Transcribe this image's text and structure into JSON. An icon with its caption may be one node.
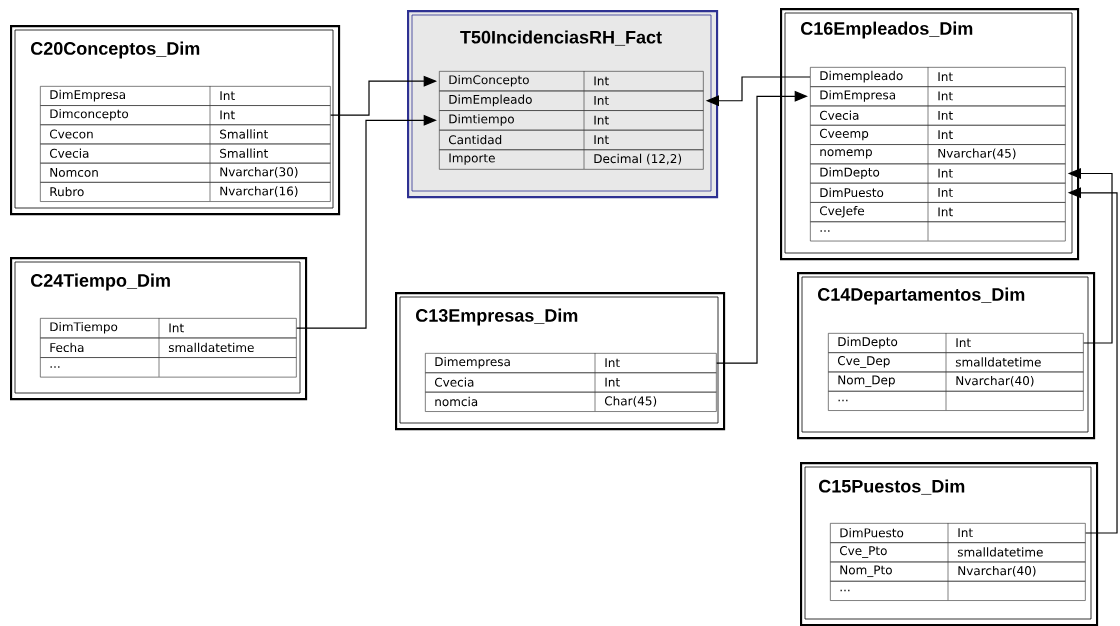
{
  "diagram": {
    "nodes": [
      {
        "text": [
          "C20Conceptos_Dim"
        ]
      },
      {
        "text": [
          "DimEmpresa",
          "Int"
        ],
        "in": 0
      },
      {
        "text": [
          "Dimconcepto",
          "Int"
        ],
        "in": 0
      },
      {
        "text": [
          "Cvecon",
          "Smallint"
        ],
        "in": 0
      },
      {
        "text": [
          "Cvecia",
          "Smallint"
        ],
        "in": 0
      },
      {
        "text": [
          "Nomcon",
          "Nvarchar(30)"
        ],
        "in": 0
      },
      {
        "text": [
          "Rubro",
          "Nvarchar(16)"
        ],
        "in": 0
      },
      {
        "text": [
          "T50IncidenciasRH_Fact"
        ]
      },
      {
        "text": [
          "DimConcepto",
          "Int"
        ],
        "in": 7
      },
      {
        "text": [
          "DimEmpleado",
          "Int"
        ],
        "in": 7
      },
      {
        "text": [
          "Dimtiempo",
          "Int"
        ],
        "in": 7
      },
      {
        "text": [
          "Cantidad",
          "Int"
        ],
        "in": 7
      },
      {
        "text": [
          "Importe",
          "Decimal (12,2)"
        ],
        "in": 7
      },
      {
        "text": [
          "C16Empleados_Dim"
        ]
      },
      {
        "text": [
          "Dimempleado",
          "Int"
        ],
        "in": 13
      },
      {
        "text": [
          "DimEmpresa",
          "Int"
        ],
        "in": 13
      },
      {
        "text": [
          "Cvecia",
          "Int"
        ],
        "in": 13
      },
      {
        "text": [
          "Cveemp",
          "Int"
        ],
        "in": 13
      },
      {
        "text": [
          "nomemp",
          "Nvarchar(45)"
        ],
        "in": 13
      },
      {
        "text": [
          "DimDepto",
          "Int"
        ],
        "in": 13
      },
      {
        "text": [
          "DimPuesto",
          "Int"
        ],
        "in": 13
      },
      {
        "text": [
          "CveJefe",
          "Int"
        ],
        "in": 13
      },
      {
        "text": [
          "..."
        ],
        "in": 13
      },
      {
        "text": [
          "C24Tiempo_Dim"
        ]
      },
      {
        "text": [
          "DimTiempo",
          "Int"
        ],
        "in": 23
      },
      {
        "text": [
          "Fecha",
          "smalldatetime"
        ],
        "in": 23
      },
      {
        "text": [
          "..."
        ],
        "in": 23
      },
      {
        "text": [
          "C13Empresas_Dim"
        ]
      },
      {
        "text": [
          "Dimempresa",
          "Int"
        ],
        "in": 27
      },
      {
        "text": [
          "Cvecia",
          "Int"
        ],
        "in": 27
      },
      {
        "text": [
          "nomcia",
          "Char(45)"
        ],
        "in": 27
      },
      {
        "text": [
          "C14Departamentos_Dim"
        ]
      },
      {
        "text": [
          "DimDepto",
          "Int"
        ],
        "in": 31
      },
      {
        "text": [
          "Cve_Dep",
          "smalldatetime"
        ],
        "in": 31
      },
      {
        "text": [
          "Nom_Dep",
          "Nvarchar(40)"
        ],
        "in": 31
      },
      {
        "text": [
          "..."
        ],
        "in": 31
      },
      {
        "text": [
          "C15Puestos_Dim"
        ]
      },
      {
        "text": [
          "DimPuesto",
          "Int"
        ],
        "in": 36
      },
      {
        "text": [
          "Cve_Pto",
          "smalldatetime"
        ],
        "in": 36
      },
      {
        "text": [
          "Nom_Pto",
          "Nvarchar(40)"
        ],
        "in": 36
      },
      {
        "text": [
          "..."
        ],
        "in": 36
      }
    ],
    "edges": [
      {
        "from": 2,
        "to": 8,
        "arrow": "to"
      },
      {
        "from": 24,
        "to": 10,
        "arrow": "to"
      },
      {
        "from": 14,
        "to": 9,
        "arrow": "to"
      },
      {
        "from": 28,
        "to": 15,
        "arrow": "to"
      },
      {
        "from": 32,
        "to": 19,
        "arrow": "to"
      },
      {
        "from": 37,
        "to": 20,
        "arrow": "to"
      }
    ]
  }
}
